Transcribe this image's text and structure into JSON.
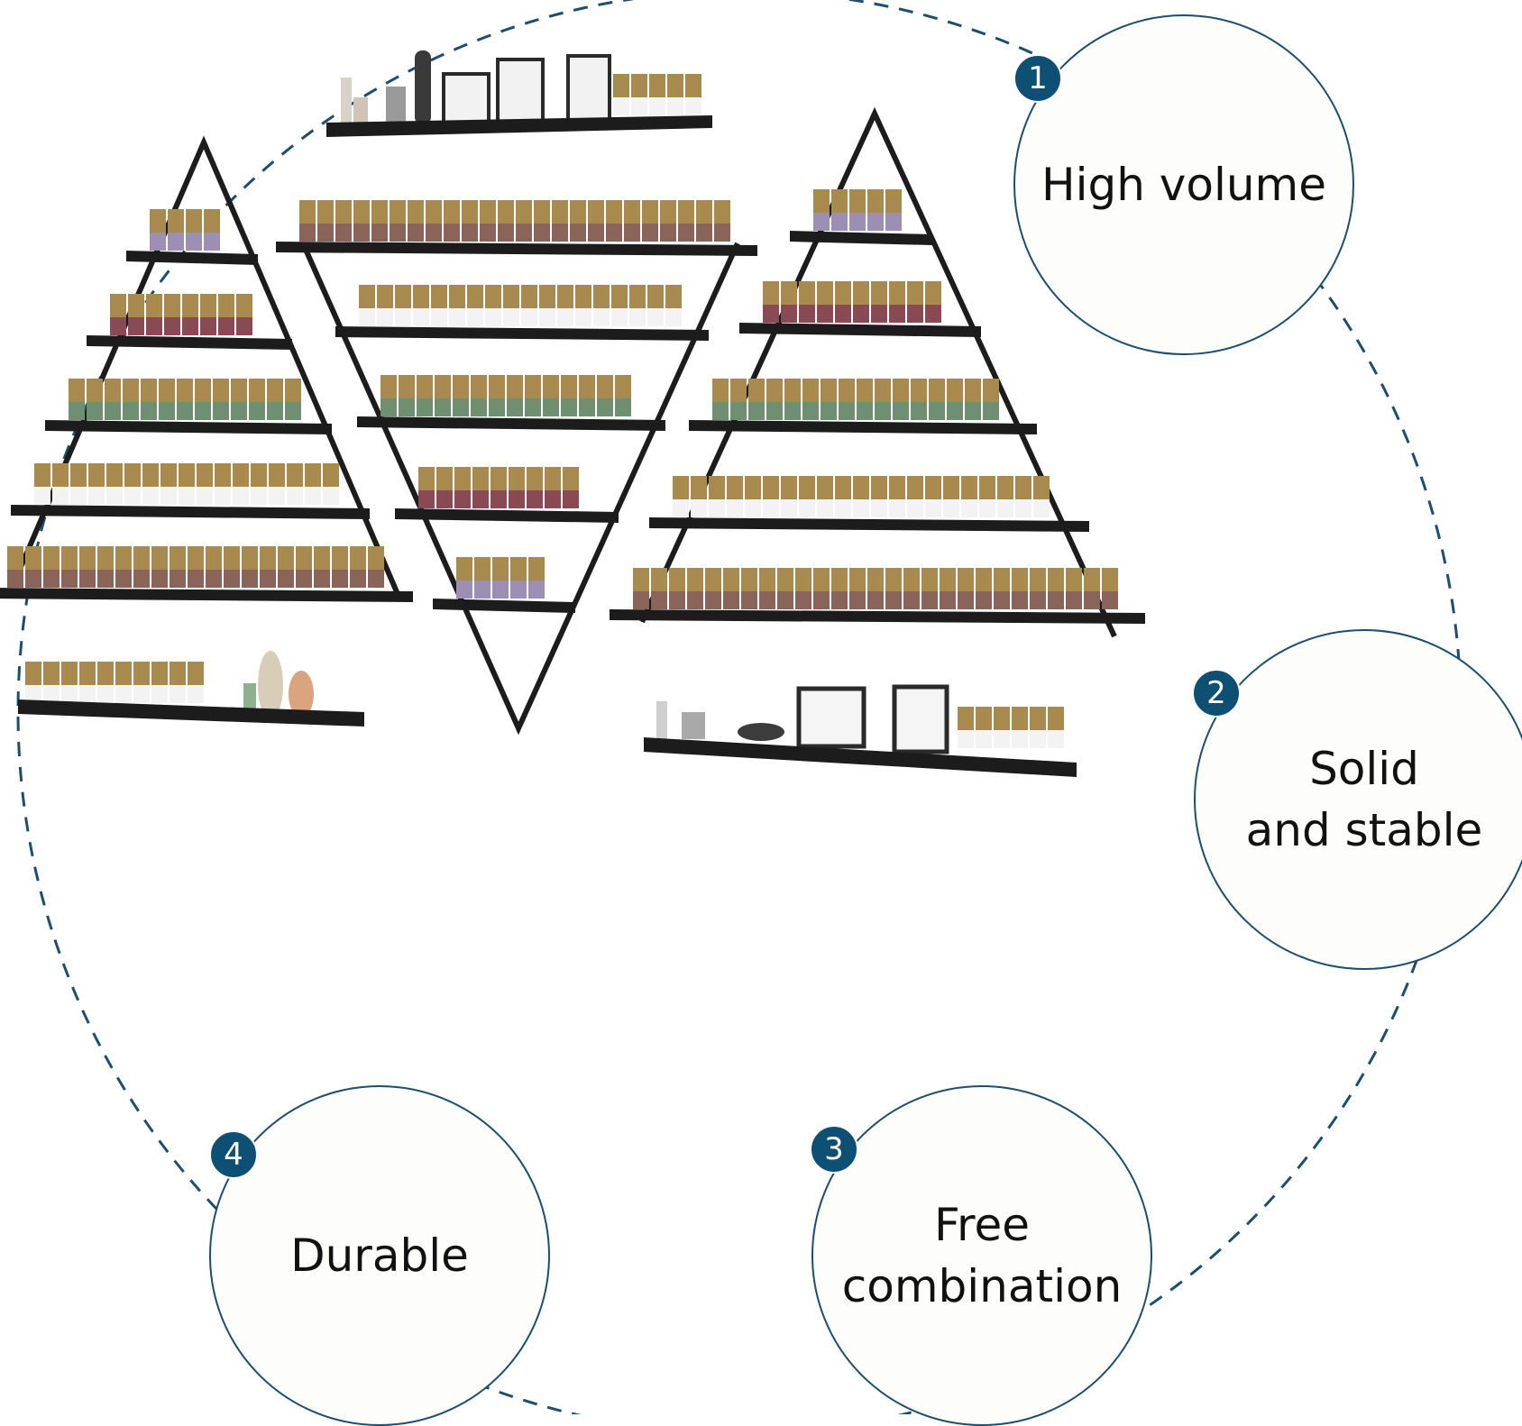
{
  "colors": {
    "ring": "#1d4e6b",
    "badge": "#0e4f74",
    "dash": "#1d4e6b",
    "shelf": "#1c1c1c"
  },
  "features": [
    {
      "number": "1",
      "label": "High volume"
    },
    {
      "number": "2",
      "line1": "Solid",
      "line2": "and stable"
    },
    {
      "number": "3",
      "line1": "Free",
      "line2": "combination"
    },
    {
      "number": "4",
      "label": "Durable"
    }
  ]
}
